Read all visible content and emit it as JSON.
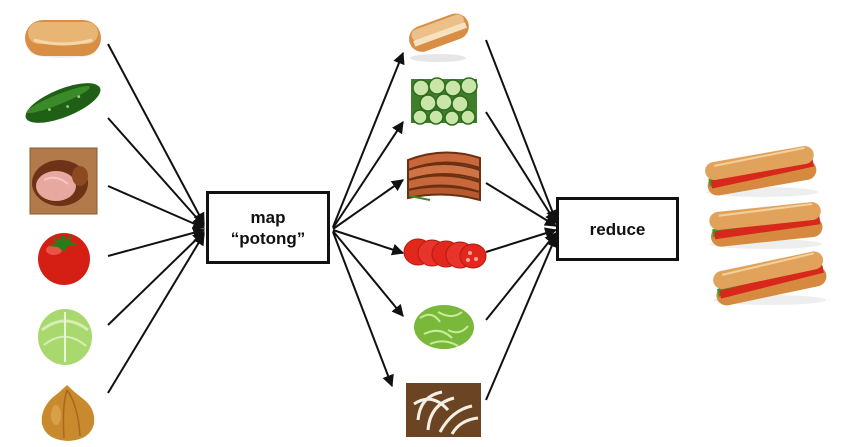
{
  "map_box": {
    "line1": "map",
    "line2": "“potong”"
  },
  "reduce_box": {
    "label": "reduce"
  },
  "inputs": [
    {
      "item": "hot-dog-bun",
      "color": "#e0a563"
    },
    {
      "item": "cucumber",
      "color": "#2f7a1f"
    },
    {
      "item": "ham",
      "color": "#a65a32"
    },
    {
      "item": "tomato",
      "color": "#d61f14"
    },
    {
      "item": "lettuce",
      "color": "#9ccf5e"
    },
    {
      "item": "onion",
      "color": "#c88a2c"
    }
  ],
  "sliced": [
    {
      "item": "sliced-bun",
      "color": "#e0a563"
    },
    {
      "item": "sliced-cucumber",
      "color": "#4c9a33"
    },
    {
      "item": "sliced-ham",
      "color": "#b0603a"
    },
    {
      "item": "sliced-tomato",
      "color": "#e0241a"
    },
    {
      "item": "shredded-lettuce",
      "color": "#8cc64a"
    },
    {
      "item": "sliced-onion",
      "color": "#e9e2d4"
    }
  ],
  "outputs": [
    {
      "item": "sandwich"
    },
    {
      "item": "sandwich"
    },
    {
      "item": "sandwich"
    }
  ],
  "colors": {
    "arrow": "#111111",
    "box_border": "#111111"
  }
}
